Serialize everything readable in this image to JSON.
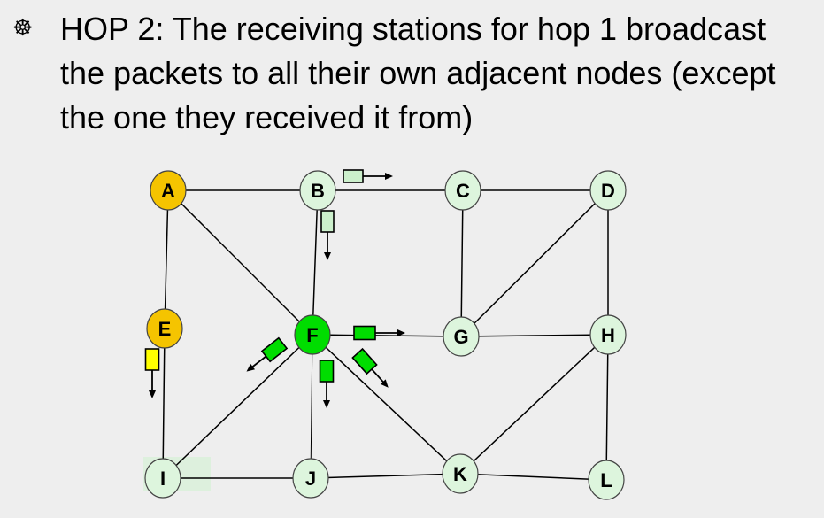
{
  "slide": {
    "bullet_icon": "wheel-bullet-icon",
    "bullet_glyph": "☸",
    "text": "HOP 2: The receiving stations for hop 1 broadcast the packets to all their own adjacent nodes (except the one they received it from)"
  },
  "network": {
    "colors": {
      "orange": "#f5c400",
      "bright_green": "#00dd00",
      "pale_green": "#ddf5dd",
      "packet_yellow": "#ffff00",
      "packet_green": "#00dd00",
      "packet_pale": "#ccf0cc"
    },
    "nodes": [
      {
        "id": "A",
        "fill": "orange"
      },
      {
        "id": "B",
        "fill": "pale_green"
      },
      {
        "id": "C",
        "fill": "pale_green"
      },
      {
        "id": "D",
        "fill": "pale_green"
      },
      {
        "id": "E",
        "fill": "orange"
      },
      {
        "id": "F",
        "fill": "bright_green"
      },
      {
        "id": "G",
        "fill": "pale_green"
      },
      {
        "id": "H",
        "fill": "pale_green"
      },
      {
        "id": "I",
        "fill": "pale_green"
      },
      {
        "id": "J",
        "fill": "pale_green"
      },
      {
        "id": "K",
        "fill": "pale_green"
      },
      {
        "id": "L",
        "fill": "pale_green"
      }
    ],
    "edges": [
      [
        "A",
        "B"
      ],
      [
        "B",
        "C"
      ],
      [
        "C",
        "D"
      ],
      [
        "A",
        "E"
      ],
      [
        "A",
        "F"
      ],
      [
        "B",
        "F"
      ],
      [
        "C",
        "G"
      ],
      [
        "D",
        "G"
      ],
      [
        "D",
        "H"
      ],
      [
        "E",
        "I"
      ],
      [
        "F",
        "G"
      ],
      [
        "F",
        "I"
      ],
      [
        "F",
        "J"
      ],
      [
        "F",
        "K"
      ],
      [
        "G",
        "H"
      ],
      [
        "H",
        "K"
      ],
      [
        "H",
        "L"
      ],
      [
        "I",
        "J"
      ],
      [
        "J",
        "K"
      ],
      [
        "K",
        "L"
      ]
    ],
    "packets": [
      {
        "name": "packet-b-to-c",
        "color": "packet_pale"
      },
      {
        "name": "packet-b-to-f",
        "color": "packet_pale"
      },
      {
        "name": "packet-e-to-i",
        "color": "packet_yellow"
      },
      {
        "name": "packet-f-to-g",
        "color": "packet_green"
      },
      {
        "name": "packet-f-to-i",
        "color": "packet_green"
      },
      {
        "name": "packet-f-to-j",
        "color": "packet_green"
      },
      {
        "name": "packet-f-to-k",
        "color": "packet_green"
      }
    ]
  }
}
